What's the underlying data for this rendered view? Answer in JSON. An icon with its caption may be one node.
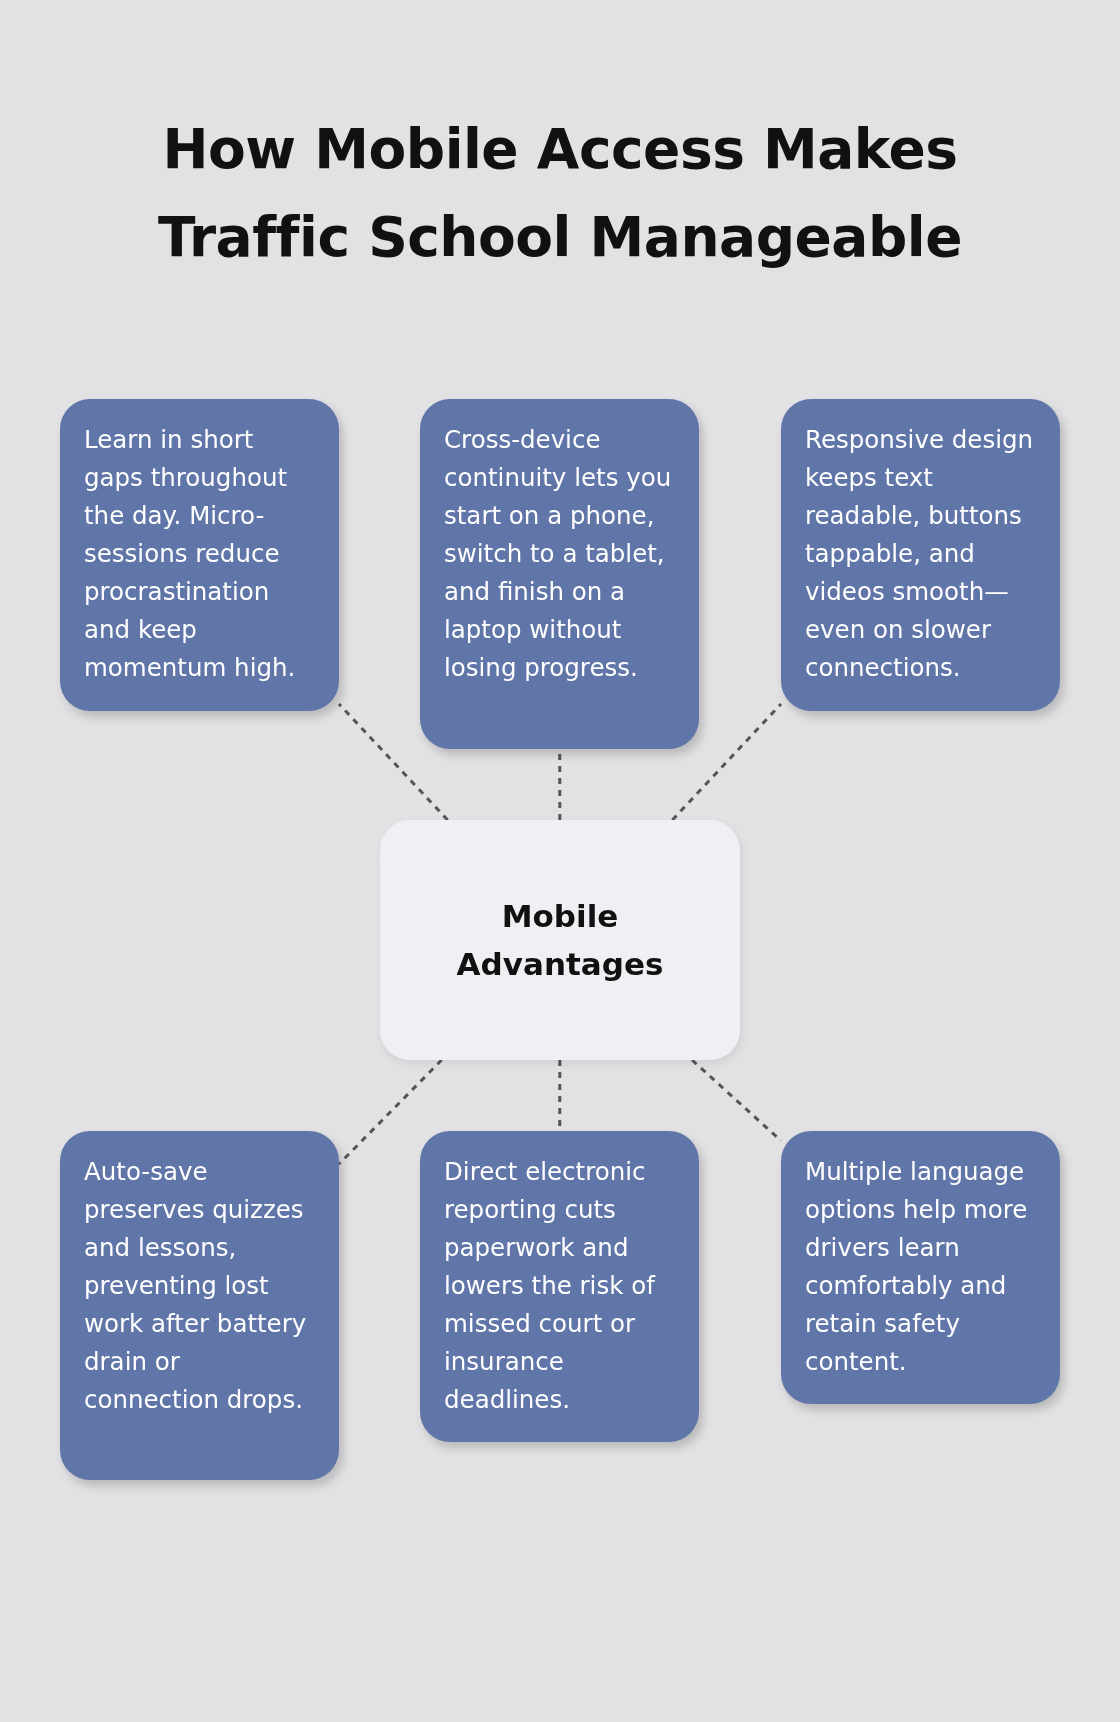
{
  "diagram": {
    "title": "How Mobile Access Makes Traffic School Manageable",
    "nodes": [
      {
        "text": [
          "Learn in short gaps throughout the day. Micro-sessions reduce procrastination and keep momentum high."
        ]
      },
      {
        "text": [
          "Cross-device continuity lets you start on a phone, switch to a tablet, and finish on a laptop without losing progress."
        ]
      },
      {
        "text": [
          "Responsive design keeps text readable, buttons tappable, and videos smooth—even on slower connections."
        ]
      },
      {
        "text": [
          "Mobile Advantages"
        ]
      },
      {
        "text": [
          "Auto-save preserves quizzes and lessons, preventing lost work after battery drain or connection drops."
        ]
      },
      {
        "text": [
          "Direct electronic reporting cuts paperwork and lowers the risk of missed court or insurance deadlines."
        ]
      },
      {
        "text": [
          "Multiple language options help more drivers learn comfortably and retain safety content."
        ]
      }
    ],
    "edges": [
      {
        "from": 3,
        "to": 0,
        "arrow": "none",
        "style": "dashed"
      },
      {
        "from": 3,
        "to": 1,
        "arrow": "none",
        "style": "dashed"
      },
      {
        "from": 3,
        "to": 2,
        "arrow": "none",
        "style": "dashed"
      },
      {
        "from": 3,
        "to": 4,
        "arrow": "none",
        "style": "dashed"
      },
      {
        "from": 3,
        "to": 5,
        "arrow": "none",
        "style": "dashed"
      },
      {
        "from": 3,
        "to": 6,
        "arrow": "none",
        "style": "dashed"
      }
    ]
  }
}
